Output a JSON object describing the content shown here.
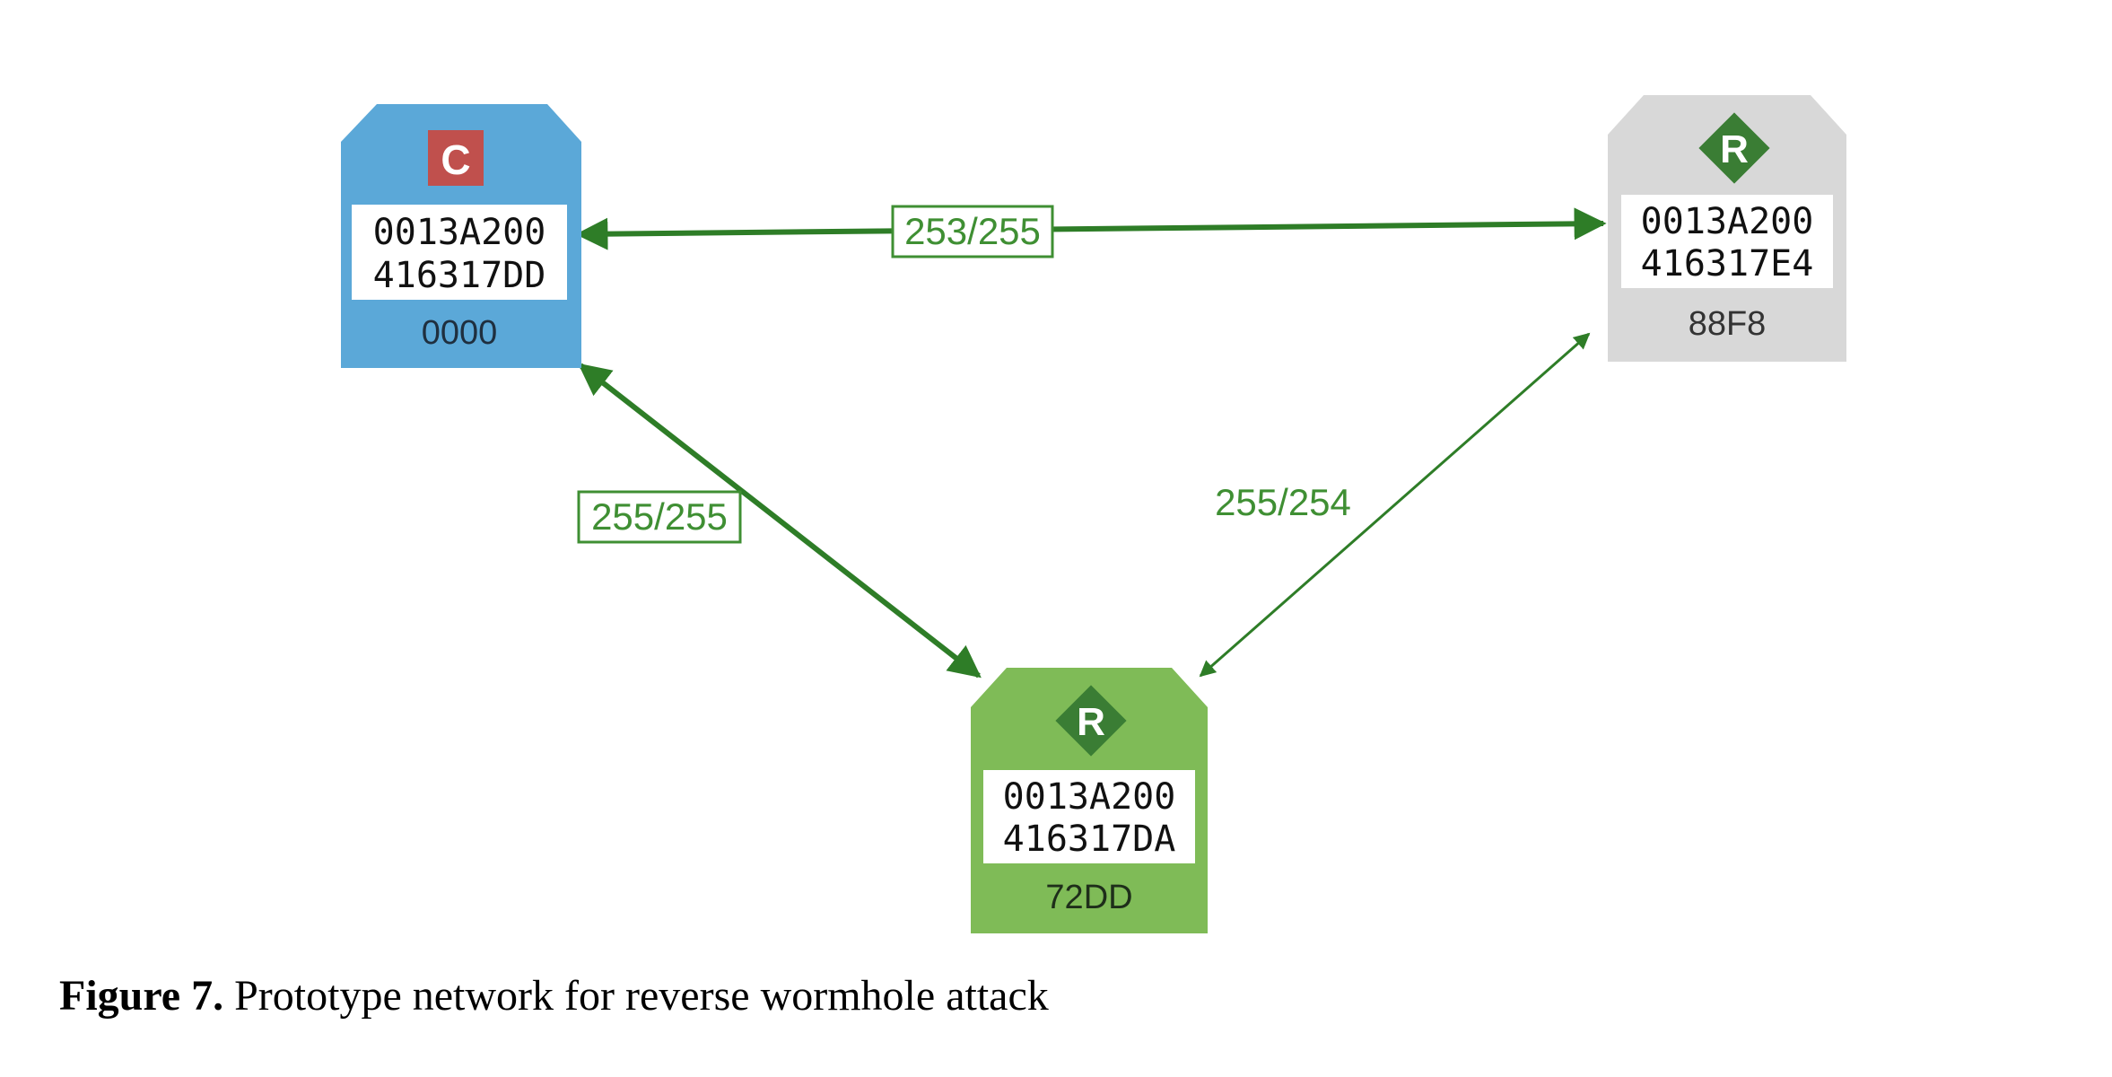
{
  "colors": {
    "edge": "#2e7d27",
    "edge_label": "#3f8f33",
    "coordinator_fill": "#5ba8d8",
    "router_gray_fill": "#d8d8d8",
    "router_green_fill": "#7fbb57",
    "coordinator_badge": "#c0504d",
    "router_badge": "#3a7d34"
  },
  "nodes": {
    "coordinator": {
      "badge": "C",
      "addr_line1": "0013A200",
      "addr_line2": "416317DD",
      "short_addr": "0000"
    },
    "router_right": {
      "badge": "R",
      "addr_line1": "0013A200",
      "addr_line2": "416317E4",
      "short_addr": "88F8"
    },
    "router_bottom": {
      "badge": "R",
      "addr_line1": "0013A200",
      "addr_line2": "416317DA",
      "short_addr": "72DD"
    }
  },
  "links": {
    "coordinator_router_right": "253/255",
    "coordinator_router_bottom": "255/255",
    "router_right_router_bottom": "255/254"
  },
  "caption": {
    "label": "Figure 7.",
    "text": " Prototype network for reverse wormhole attack"
  }
}
